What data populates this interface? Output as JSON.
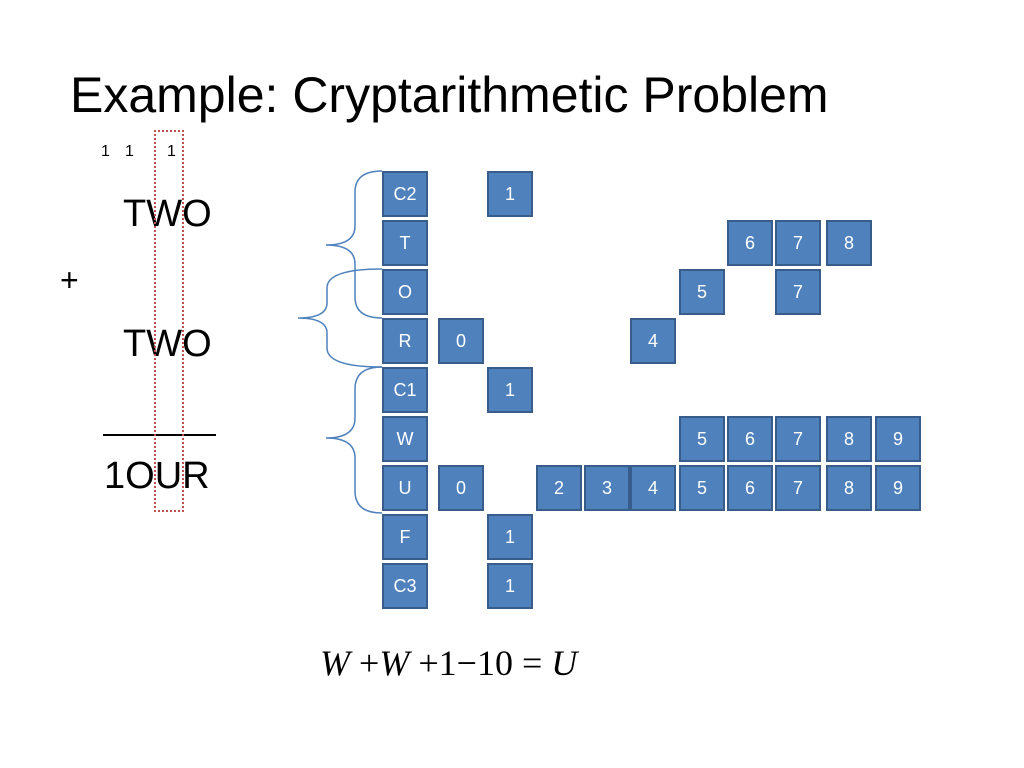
{
  "title": "Example: Cryptarithmetic Problem",
  "puzzle": {
    "carries": [
      "1",
      "1",
      "1"
    ],
    "plus_sign": "+",
    "addend_1": "TWO",
    "addend_2": "TWO",
    "sum": "1OUR"
  },
  "domain_table": {
    "variables": [
      "C2",
      "T",
      "O",
      "R",
      "C1",
      "W",
      "U",
      "F",
      "C3"
    ],
    "domains": [
      {
        "var": "C2",
        "values": [
          "1"
        ]
      },
      {
        "var": "T",
        "values": [
          "6",
          "7",
          "8"
        ]
      },
      {
        "var": "O",
        "values": [
          "5",
          "7"
        ]
      },
      {
        "var": "R",
        "values": [
          "0",
          "4"
        ]
      },
      {
        "var": "C1",
        "values": [
          "1"
        ]
      },
      {
        "var": "W",
        "values": [
          "5",
          "6",
          "7",
          "8",
          "9"
        ]
      },
      {
        "var": "U",
        "values": [
          "0",
          "2",
          "3",
          "4",
          "5",
          "6",
          "7",
          "8",
          "9"
        ]
      },
      {
        "var": "F",
        "values": [
          "1"
        ]
      },
      {
        "var": "C3",
        "values": [
          "1"
        ]
      }
    ]
  },
  "equation": {
    "w1": "W",
    "plus1": "+",
    "w2": "W",
    "plus2": "+",
    "one": "1",
    "minus": "−",
    "ten": "10",
    "equals": "=",
    "u": "U"
  },
  "colors": {
    "cell_fill": "#4f81bd",
    "cell_border": "#385d8a",
    "cell_text": "#ffffff",
    "brace": "#4f81bd",
    "highlight": "#c0504d"
  }
}
